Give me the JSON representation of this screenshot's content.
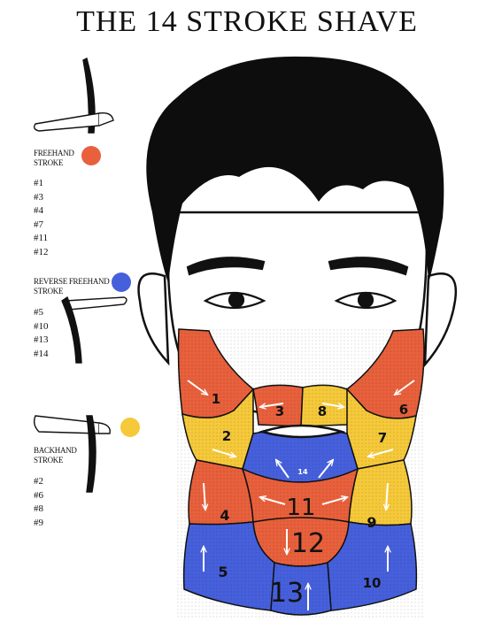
{
  "title": "THE 14 STROKE SHAVE",
  "legend": [
    {
      "label_lines": [
        "FREEHAND",
        "STROKE"
      ],
      "color": "#e8603c",
      "strokes": [
        "#1",
        "#3",
        "#4",
        "#7",
        "#11",
        "#12"
      ]
    },
    {
      "label_lines": [
        "REVERSE FREEHAND",
        "STROKE"
      ],
      "color": "#4660dc",
      "strokes": [
        "#5",
        "#10",
        "#13",
        "#14"
      ]
    },
    {
      "label_lines": [
        "BACKHAND",
        "STROKE"
      ],
      "color": "#f5c93a",
      "strokes": [
        "#2",
        "#6",
        "#8",
        "#9"
      ]
    }
  ],
  "zones": [
    "1",
    "2",
    "3",
    "4",
    "5",
    "6",
    "7",
    "8",
    "9",
    "10",
    "11",
    "12",
    "13",
    "14"
  ],
  "colors": {
    "freehand": "#e8603c",
    "reverse": "#4660dc",
    "backhand": "#f5c93a",
    "hair": "#0d0d0d"
  }
}
